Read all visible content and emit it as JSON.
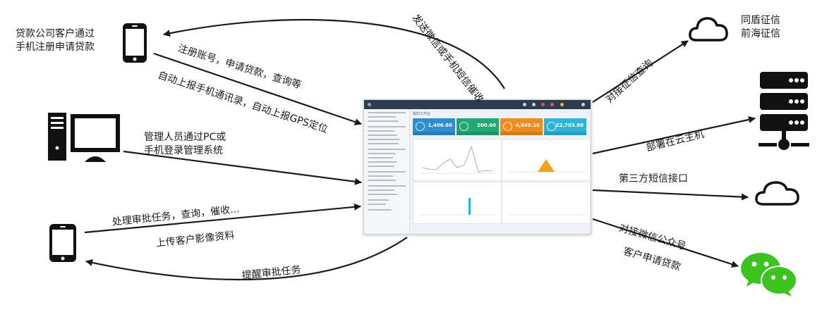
{
  "labels": {
    "loan_company_register": [
      "贷款公司客户通过",
      "手机注册申请贷款"
    ],
    "register_actions": "注册账号，申请贷款，查询等",
    "auto_upload": "自动上报手机通讯录，自动上报GPS定位",
    "send_sms": "发送微信或手机短信催收",
    "credit_query": "对接征信查询",
    "credit_providers": [
      "同盾征信",
      "前海征信"
    ],
    "admin_login": [
      "管理人员通过PC或",
      "手机登录管理系统"
    ],
    "cloud_deploy": "部署在云主机",
    "sms_api": "第三方短信接口",
    "process_tasks": "处理审批任务，查询，催收...",
    "upload_images": "上传客户影像资料",
    "remind_tasks": "提醒审批任务",
    "wechat_public": [
      "对接微信公众号",
      "客户申请贷款"
    ]
  },
  "dashboard": {
    "page_title": "我的工作台",
    "cards": [
      {
        "value": "1,406.60",
        "color": "#2f8ecf"
      },
      {
        "value": "200.00",
        "color": "#23a777"
      },
      {
        "value": "4,849.16",
        "color": "#f08c1f"
      },
      {
        "value": "22,703.88",
        "color": "#2fb4d6"
      }
    ]
  },
  "colors": {
    "arrow": "#1a1a1a",
    "wechat": "#3cc31f",
    "server": "#111111"
  }
}
